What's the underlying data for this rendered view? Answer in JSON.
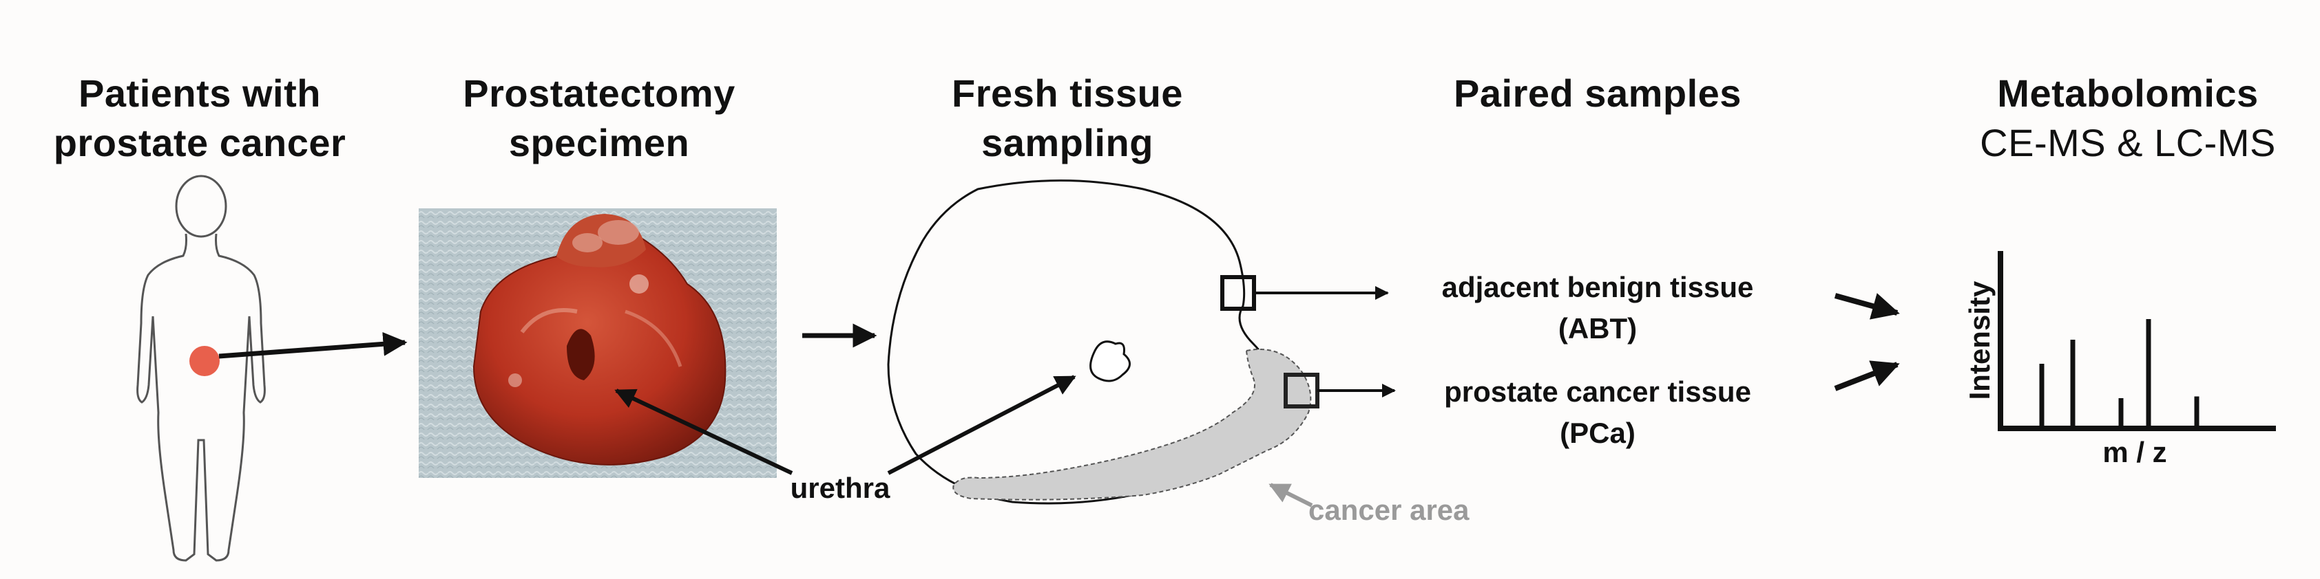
{
  "steps": [
    {
      "title_line1": "Patients with",
      "title_line2": "prostate cancer"
    },
    {
      "title_line1": "Prostatectomy",
      "title_line2": "specimen"
    },
    {
      "title_line1": "Fresh tissue",
      "title_line2": "sampling"
    },
    {
      "title_line1": "Paired samples",
      "title_line2": ""
    },
    {
      "title_line1": "Metabolomics",
      "title_line2": "CE-MS & LC-MS"
    }
  ],
  "labels": {
    "urethra": "urethra",
    "cancer_area": "cancer area",
    "abt_line1": "adjacent benign tissue",
    "abt_line2": "(ABT)",
    "pca_line1": "prostate cancer tissue",
    "pca_line2": "(PCa)"
  },
  "spectrum": {
    "ylabel": "Intensity",
    "xlabel": "m / z",
    "peaks": [
      0.36,
      0.5,
      0.16,
      0.62,
      0.17
    ]
  },
  "colors": {
    "tumor_dot": "#e8604c",
    "cancer_area": "#cfcfcf",
    "cancer_label": "#9a9a9a",
    "tissue_red": "#b8321f",
    "drape_blue": "#b9c7cc"
  }
}
